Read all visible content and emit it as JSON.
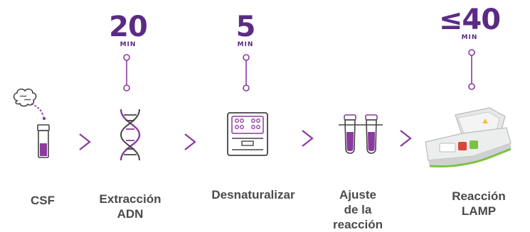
{
  "steps": [
    {
      "label": "CSF"
    },
    {
      "label": "Extracción\nADN",
      "time": "20",
      "unit": "MIN"
    },
    {
      "label": "Desnaturalizar",
      "time": "5",
      "unit": "MIN"
    },
    {
      "label": "Ajuste\nde la\nreacción"
    },
    {
      "label": "Reacción\nLAMP",
      "time": "≤40",
      "unit": "MIN"
    }
  ],
  "colors": {
    "purple": "#8b3a9e",
    "dark_purple": "#5b2b84",
    "label_gray": "#4a4a4a",
    "device_green": "#7cc242"
  },
  "icons": [
    "brain-icon",
    "tube-icon",
    "dna-icon",
    "heat-block-icon",
    "sample-tubes-icon",
    "lamp-device-icon"
  ]
}
